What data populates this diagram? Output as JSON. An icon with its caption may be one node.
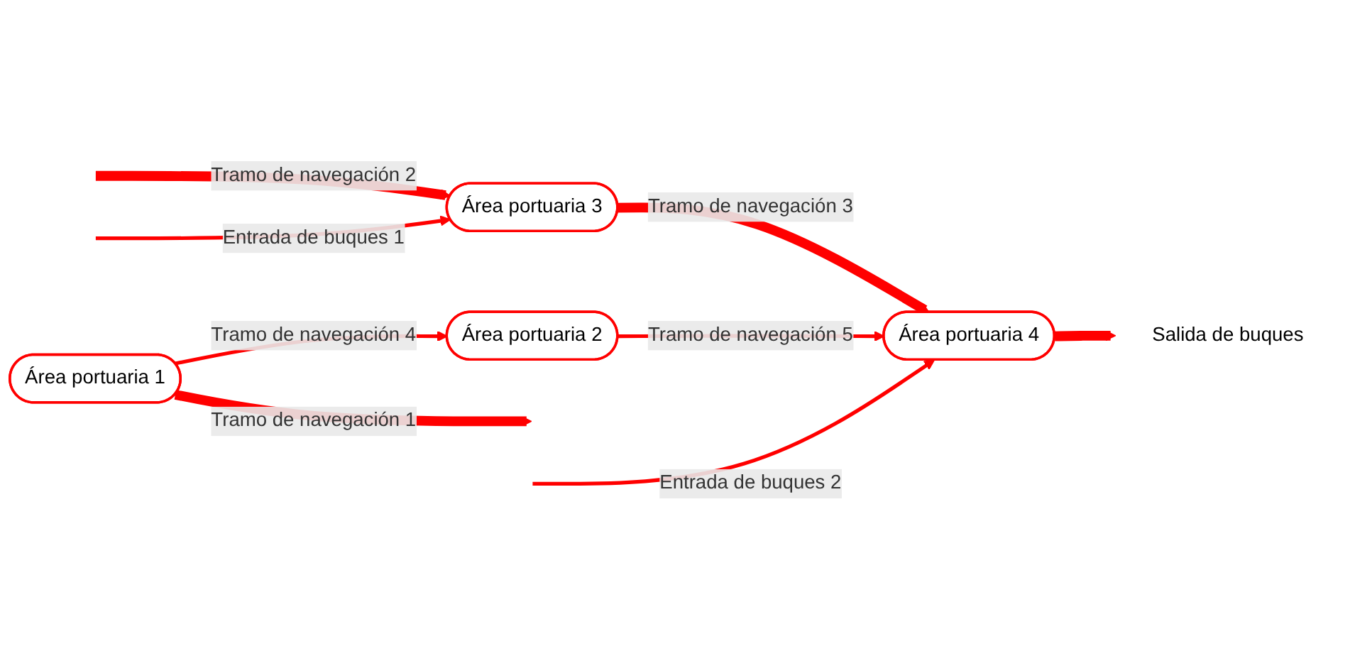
{
  "diagram": {
    "nodes": [
      {
        "text": [
          "Área portuaria 1"
        ]
      },
      {
        "text": [
          "Área portuaria 2"
        ]
      },
      {
        "text": [
          "Área portuaria 3"
        ]
      },
      {
        "text": [
          "Área portuaria 4"
        ]
      },
      {
        "text": [
          "Salida de buques"
        ]
      }
    ],
    "edges": [
      {
        "from": 0,
        "to": 1,
        "arrow": "to",
        "label": "Tramo de navegación 4"
      },
      {
        "from": 0,
        "to": null,
        "arrow": "to",
        "label": "Tramo de navegación 1",
        "style": "thick"
      },
      {
        "from": null,
        "to": 2,
        "arrow": "to",
        "label": "Tramo de navegación 2",
        "style": "thick"
      },
      {
        "from": 2,
        "to": 3,
        "arrow": "to",
        "label": "Tramo de navegación 3",
        "style": "thick"
      },
      {
        "from": 1,
        "to": 3,
        "arrow": "to",
        "label": "Tramo de navegación 5"
      },
      {
        "from": 3,
        "to": 4,
        "arrow": "to",
        "style": "thick"
      },
      {
        "from": null,
        "to": 2,
        "arrow": "to",
        "label": "Entrada de buques 1"
      },
      {
        "from": null,
        "to": 3,
        "arrow": "to",
        "label": "Entrada de buques 2"
      }
    ]
  }
}
